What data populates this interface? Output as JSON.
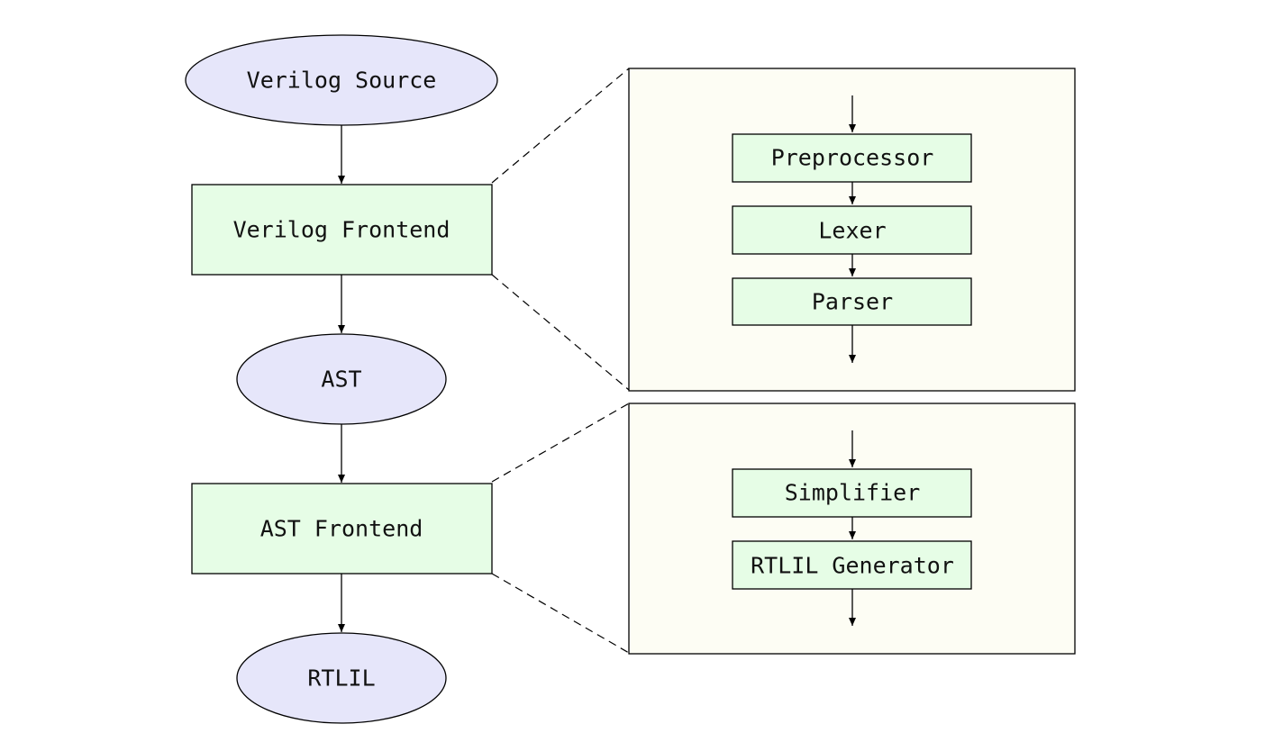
{
  "colors": {
    "ellipse_fill": "#e6e6fa",
    "box_fill": "#e6fde6",
    "panel_fill": "#fdfdf4",
    "stroke": "#000000"
  },
  "flow": {
    "verilog_source": "Verilog Source",
    "verilog_frontend": "Verilog Frontend",
    "ast": "AST",
    "ast_frontend": "AST Frontend",
    "rtlil": "RTLIL"
  },
  "verilog_frontend_detail": {
    "preprocessor": "Preprocessor",
    "lexer": "Lexer",
    "parser": "Parser"
  },
  "ast_frontend_detail": {
    "simplifier": "Simplifier",
    "rtlil_generator": "RTLIL Generator"
  }
}
